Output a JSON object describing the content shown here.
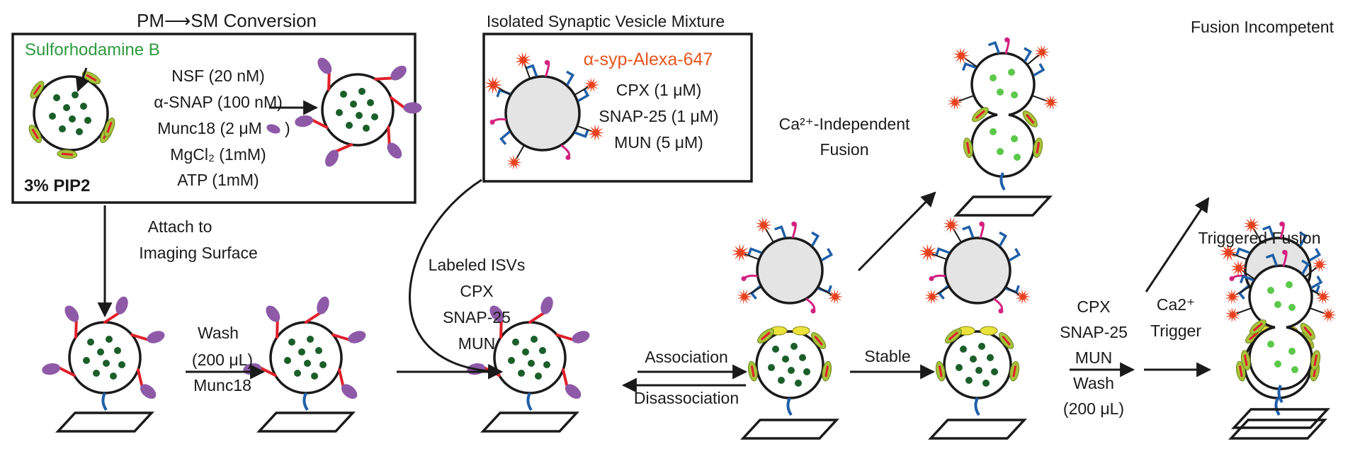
{
  "colors": {
    "ink": "#1a1a1a",
    "dark_green": "#1b5e2a",
    "light_green": "#5cc84a",
    "label_green": "#2e9a3e",
    "label_orange": "#e8541e",
    "purple": "#8e5aa8",
    "red": "#e0202a",
    "olive": "#a8c23a",
    "blue": "#1f5fa8",
    "magenta": "#d4217f",
    "starburst": "#e8401e",
    "gray_vesicle": "#e4e4e4",
    "yellow": "#e8e23a"
  },
  "titles": {
    "pm_sm": "PM⟶SM Conversion",
    "isv_mixture": "Isolated Synaptic Vesicle Mixture",
    "fusion_incompetent": "Fusion Incompetent",
    "triggered_fusion": "Triggered Fusion",
    "ca_independent_1": "Ca²⁺-Independent",
    "ca_independent_2": "Fusion"
  },
  "pm_box": {
    "dye_label": "Sulforhodamine B",
    "pip2_label": "3% PIP2",
    "reagents": [
      "NSF (20 nM)",
      "α-SNAP (100 nM)",
      "Munc18 (2 μM",
      "MgCl₂ (1mM)",
      "ATP (1mM)"
    ],
    "munc18_close": ")"
  },
  "isv_box": {
    "antibody_label": "α-syp-Alexa-647",
    "reagents": [
      "CPX (1 μM)",
      "SNAP-25 (1 μM)",
      "MUN (5 μM)"
    ]
  },
  "steps": {
    "attach_1": "Attach to",
    "attach_2": "Imaging Surface",
    "wash_1": "Wash",
    "wash_2": "(200 μL)",
    "wash_3": "Munc18",
    "labeled": [
      "Labeled ISVs",
      "CPX",
      "SNAP-25",
      "MUN"
    ],
    "association": "Association",
    "disassociation": "Disassociation",
    "stable": "Stable",
    "final_wash": [
      "CPX",
      "SNAP-25",
      "MUN",
      "Wash",
      "(200 μL)"
    ],
    "ca_trigger_1": "Ca2⁺",
    "ca_trigger_2": "Trigger"
  }
}
